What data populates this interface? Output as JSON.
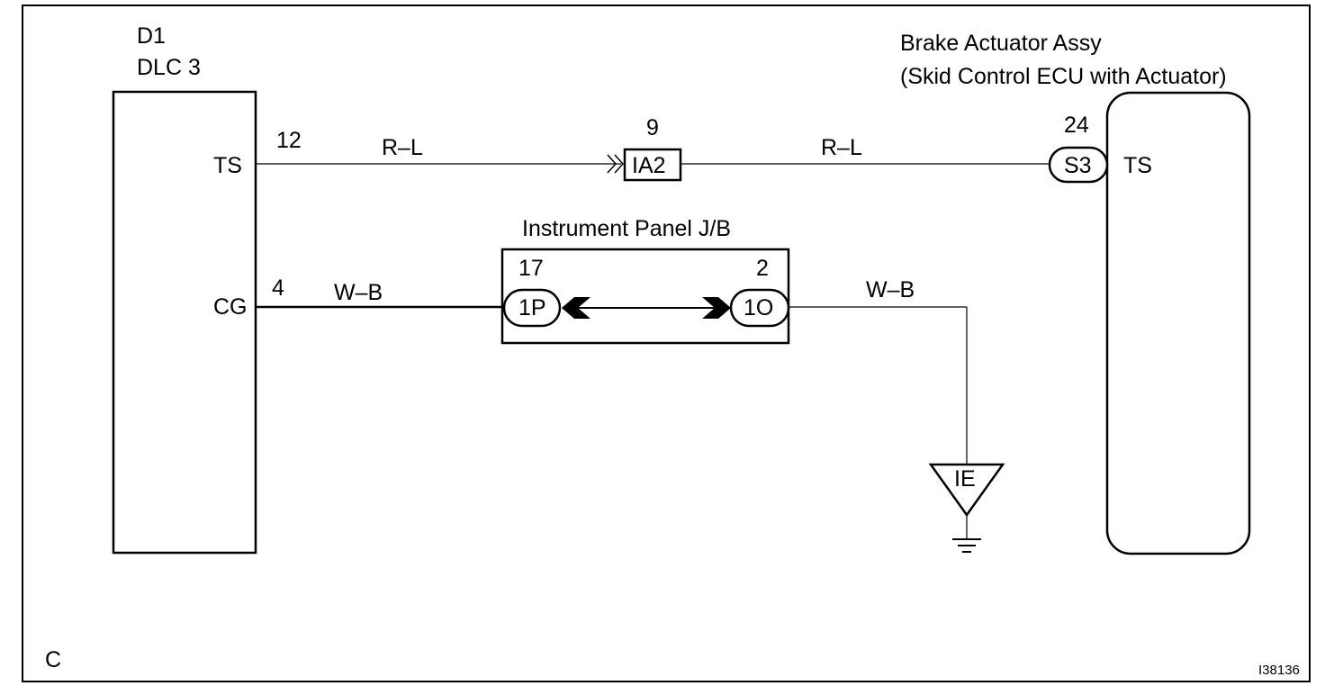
{
  "dlc": {
    "ref": "D1",
    "name": "DLC 3",
    "pin_ts": "TS",
    "pin_cg": "CG"
  },
  "actuator": {
    "title": "Brake Actuator Assy",
    "subtitle": "(Skid Control ECU with Actuator)",
    "pin_ts": "TS",
    "pin_number": "24",
    "connector": "S3"
  },
  "wire_ts": {
    "pin_number": "12",
    "color_left": "R–L",
    "color_right": "R–L",
    "splice_pin": "9",
    "splice_connector": "IA2"
  },
  "junction_block": {
    "title": "Instrument Panel J/B",
    "left_pin": "17",
    "left_connector": "1P",
    "right_pin": "2",
    "right_connector": "1O"
  },
  "wire_cg": {
    "pin_number": "4",
    "color_left": "W–B",
    "color_right": "W–B"
  },
  "ground": {
    "label": "IE"
  },
  "corner_letter": "C",
  "figure_id": "I38136"
}
